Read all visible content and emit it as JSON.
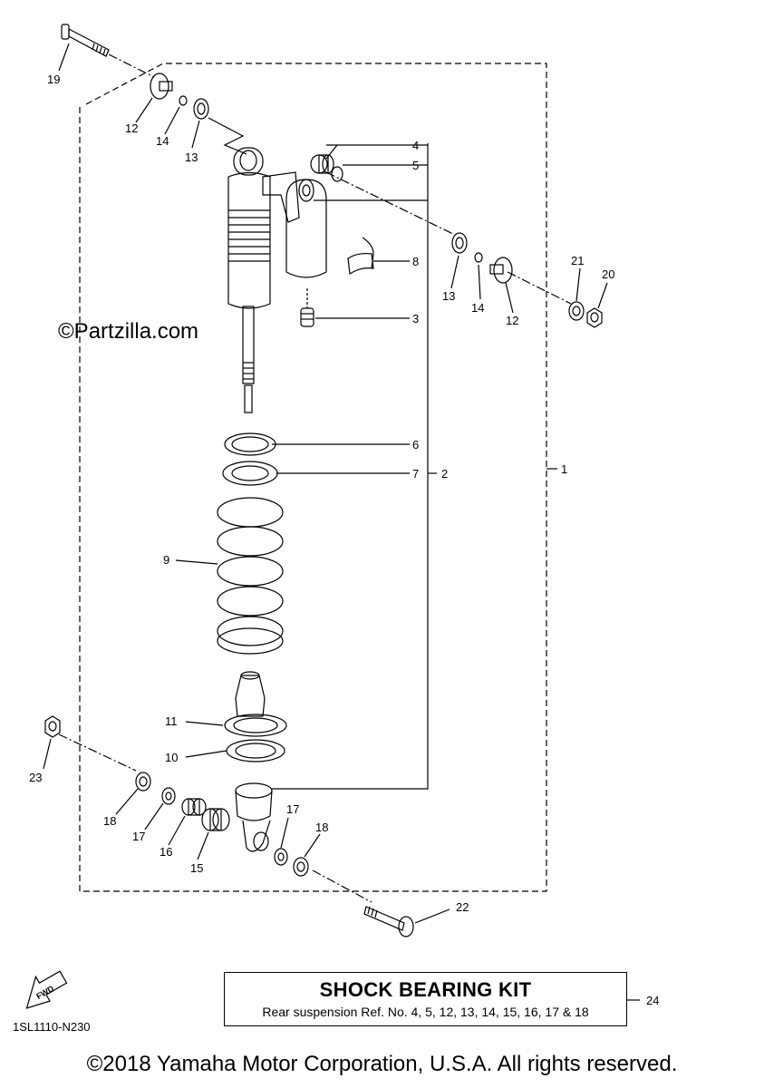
{
  "watermark": "©Partzilla.com",
  "diagram_code": "1SL1110-N230",
  "fwd_label": "FWD",
  "kit": {
    "title": "SHOCK BEARING KIT",
    "subtitle": "Rear suspension Ref. No. 4, 5, 12, 13, 14, 15, 16, 17 & 18",
    "ref": "24"
  },
  "copyright": "©2018 Yamaha Motor Corporation, U.S.A. All rights reserved.",
  "callouts": {
    "c1": "1",
    "c2": "2",
    "c3": "3",
    "c4": "4",
    "c5": "5",
    "c6": "6",
    "c7": "7",
    "c8": "8",
    "c9": "9",
    "c10": "10",
    "c11": "11",
    "c12a": "12",
    "c12b": "12",
    "c13a": "13",
    "c13b": "13",
    "c14a": "14",
    "c14b": "14",
    "c15": "15",
    "c16": "16",
    "c17a": "17",
    "c17b": "17",
    "c18a": "18",
    "c18b": "18",
    "c19": "19",
    "c20": "20",
    "c21": "21",
    "c22": "22",
    "c23": "23"
  }
}
